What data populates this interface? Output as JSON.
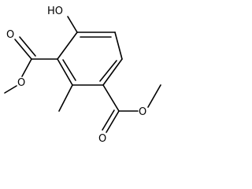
{
  "molecule": {
    "atoms": {
      "hydroxyl": "HO",
      "ester1_carbonyl_oxygen": "O",
      "ester1_ether_oxygen": "O",
      "ester2_ether_oxygen": "O",
      "ester2_carbonyl_oxygen": "O"
    }
  }
}
